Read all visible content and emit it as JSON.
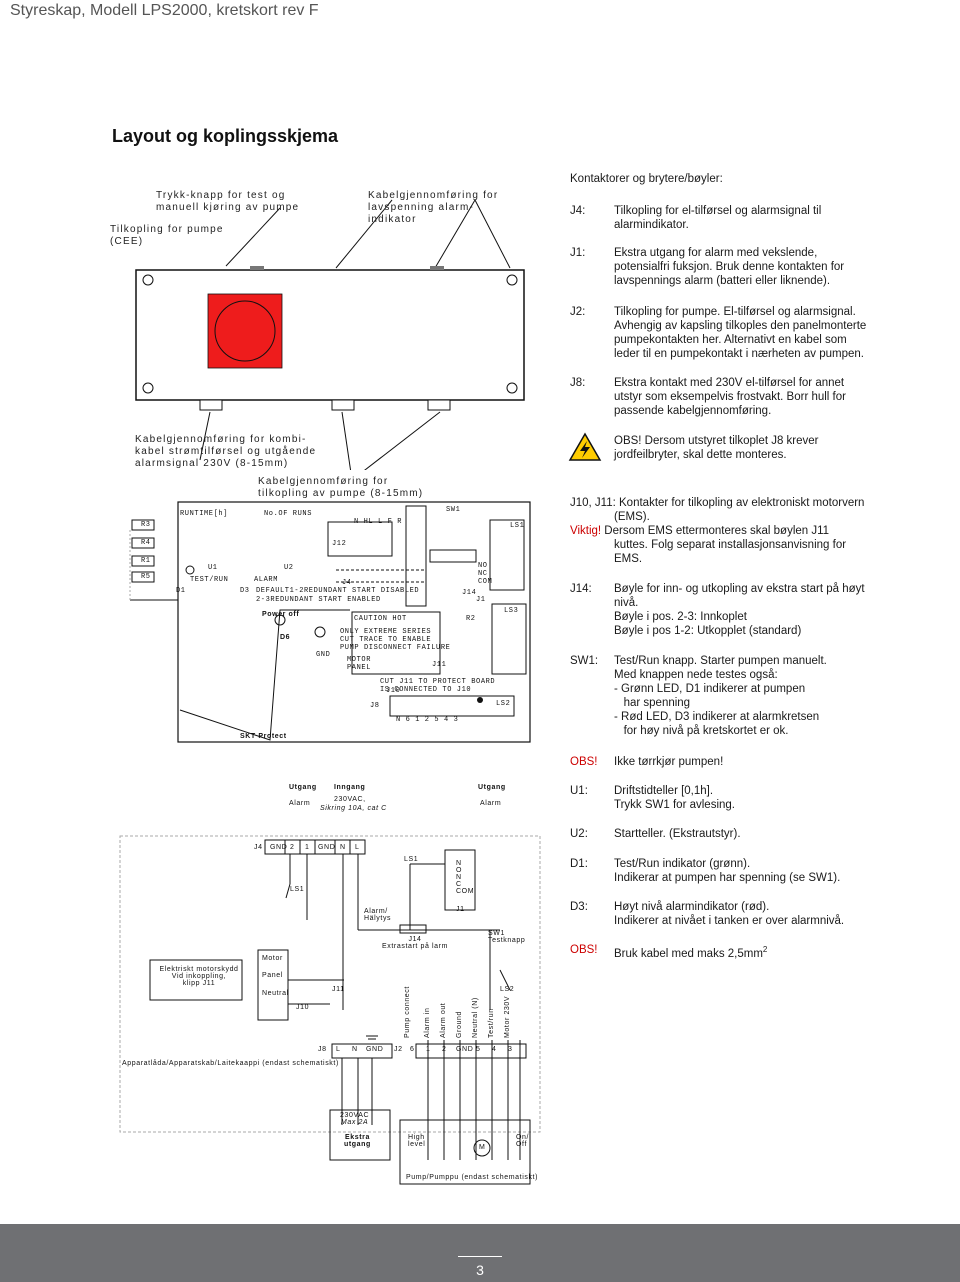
{
  "header": {
    "title": "Styreskap, Modell LPS2000, kretskort rev F"
  },
  "page_title": "Layout og koplingsskjema",
  "callouts": {
    "push_button": [
      "Trykk-knapp for test og",
      "manuell kjøring av pumpe"
    ],
    "outlet": [
      "Tilkopling for pumpe",
      "(CEE)"
    ],
    "low_voltage": [
      "Kabelgjennomføring for",
      "lavspenning alarm-",
      "indikator"
    ],
    "combi": [
      "Kabelgjennomføring for kombi-",
      "kabel strømtilførsel og utgående",
      "alarmsignal 230V (8-15mm)"
    ],
    "pump_cable": [
      "Kabelgjennomføring for",
      "tilkopling av pumpe (8-15mm)"
    ]
  },
  "board": {
    "runtime": "RUNTIME[h]",
    "no_of_runs": "No.OF RUNS",
    "r_labels": [
      "R3",
      "R4",
      "R1",
      "R5"
    ],
    "test_run": "TEST/RUN",
    "alarm": "ALARM",
    "u1": "U1",
    "u2": "U2",
    "d1": "D1",
    "d3": "D3",
    "default": "DEFAULT1-2REDUNDANT START DISABLED",
    "redundant": "2-3REDUNDANT START ENABLED",
    "caution": "CAUTION HOT",
    "extreme": [
      "ONLY EXTREME SERIES",
      "CUT TRACE TO ENABLE",
      "PUMP DISCONNECT FAILURE"
    ],
    "motor_panel": [
      "MOTOR",
      "PANEL"
    ],
    "cut": [
      "CUT J11 TO PROTECT BOARD",
      "IS CONNECTED TO J10"
    ],
    "gnd": "GND",
    "power_off": "Power off",
    "d6": "D6",
    "skt": "SKT Protect",
    "sw1": "SW1",
    "ls1": "LS1",
    "ls3": "LS3",
    "j12": "J12",
    "j4": "J4",
    "j14": "J14",
    "j1": "J1",
    "j10": "J10",
    "j11": "J11",
    "j8": "J8",
    "r2": "R2",
    "ls2": "LS2",
    "nhl": "N HL L F R",
    "nc_no": [
      "NO",
      "NC",
      "COM"
    ],
    "n_row": "N  6 1 2 5 4 3"
  },
  "schematic": {
    "utgang_left": [
      "Utgang",
      "Alarm"
    ],
    "inngang": [
      "Inngang",
      "230VAC,",
      "Sikring 10A, cat C"
    ],
    "utgang_right": [
      "Utgang",
      "Alarm"
    ],
    "j4_terms": [
      "GND",
      "2",
      "1",
      "GND",
      "N",
      "L"
    ],
    "j4": "J4",
    "ls1": "LS1",
    "no_nc_com": [
      "N",
      "O",
      "N",
      "C",
      "COM"
    ],
    "j1": "J1",
    "alarm_hallytys": [
      "Alarm/",
      "Hälytys"
    ],
    "j14": [
      "J14",
      "Extrastart på larm"
    ],
    "sw1": [
      "SW1",
      "Testknapp"
    ],
    "motor": "Motor",
    "panel": "Panel",
    "neutral": "Neutral",
    "elektriskt": [
      "Elektriskt motorskydd",
      "Vid inkoppling,",
      "klipp J11"
    ],
    "j11": "J11",
    "j10": "J10",
    "ls2": "LS2",
    "vert_labels": [
      "Pump connect",
      "Alarm in",
      "Alarm out",
      "Ground",
      "Neutral (N)",
      "Test/run",
      "Motor 230V"
    ],
    "j8": "J8",
    "j8_terms": [
      "L",
      "N",
      "GND"
    ],
    "j2": "J2",
    "j2_terms": [
      "6",
      "1",
      "2",
      "GND",
      "5",
      "4",
      "3"
    ],
    "apparat": "Apparatlåda/Apparatskab/Laitekaappi (endast schematiskt)",
    "max": [
      "230VAC",
      "Max 2A"
    ],
    "ekstra": [
      "Ekstra",
      "utgang"
    ],
    "high_level": [
      "High",
      "level"
    ],
    "on_off": [
      "On/",
      "Off"
    ],
    "m": "M",
    "pump_label": "Pump/Pumppu (endast schematiskt)"
  },
  "specs": {
    "intro": "Kontaktorer og brytere/bøyler:",
    "items": [
      {
        "k": "J4:",
        "lines": [
          "Tilkopling for el-tilførsel og alarmsignal til",
          "alarmindikator."
        ]
      },
      {
        "k": "J1:",
        "lines": [
          "Ekstra utgang for alarm med vekslende,",
          "potensialfri fuksjon. Bruk denne kontakten for",
          "lavspennings alarm (batteri eller liknende)."
        ]
      },
      {
        "k": "J2:",
        "lines": [
          "Tilkopling for pumpe. El-tilførsel og alarmsignal.",
          "Avhengig av kapsling tilkoples den panelmonterte",
          "pumpekontakten her. Alternativt en kabel som",
          "leder til en pumpekontakt i nærheten av pumpen."
        ]
      },
      {
        "k": "J8:",
        "lines": [
          "Ekstra kontakt med 230V el-tilførsel for annet",
          "utstyr som eksempelvis frostvakt.  Borr hull for",
          "passende kabelgjennomføring."
        ]
      }
    ],
    "obs_warning": [
      "OBS! Dersom utstyret tilkoplet J8 krever",
      "jordfeilbryter, skal dette monteres."
    ],
    "j10_j11": [
      "J10, J11: Kontakter for tilkopling av elektroniskt motorvern",
      "(EMS)."
    ],
    "viktig_word": "Viktig!",
    "viktig_rest": " Dersom EMS ettermonteres skal bøylen J11",
    "viktig_lines": [
      "kuttes. Folg separat installasjonsanvisning for",
      "EMS."
    ],
    "items2": [
      {
        "k": "J14:",
        "lines": [
          "Bøyle for inn- og utkopling av ekstra start på høyt",
          "nivå.",
          "Bøyle i pos. 2-3: Innkoplet",
          "Bøyle i pos 1-2: Utkopplet (standard)"
        ]
      },
      {
        "k": "SW1:",
        "lines": [
          "Test/Run knapp. Starter pumpen manuelt.",
          "Med knappen nede testes også:",
          "- Grønn LED, D1 indikerer at pumpen",
          "   har spenning",
          "- Rød LED, D3 indikerer at alarmkretsen",
          "   for høy nivå på kretskortet er ok."
        ]
      }
    ],
    "obs1_k": "OBS!",
    "obs1_v": "Ikke tørrkjør pumpen!",
    "items3": [
      {
        "k": "U1:",
        "lines": [
          "Driftstidteller  [0,1h].",
          "Trykk SW1 for avlesing."
        ]
      },
      {
        "k": "U2:",
        "lines": [
          "Startteller. (Ekstrautstyr)."
        ]
      },
      {
        "k": "D1:",
        "lines": [
          "Test/Run indikator (grønn).",
          "Indikerar at pumpen har spenning (se SW1)."
        ]
      },
      {
        "k": "D3:",
        "lines": [
          "Høyt nivå alarmindikator (rød).",
          "Indikerer at nivået i tanken er over alarmnivå."
        ]
      }
    ],
    "obs2_k": "OBS!",
    "obs2_v": "Bruk kabel med maks 2,5mm",
    "obs2_sup": "2"
  },
  "footer": {
    "page": "3"
  },
  "colors": {
    "accent_red": "#cc0000",
    "outlet_red": "#ee1c1c",
    "footer_gray": "#6f7073"
  }
}
